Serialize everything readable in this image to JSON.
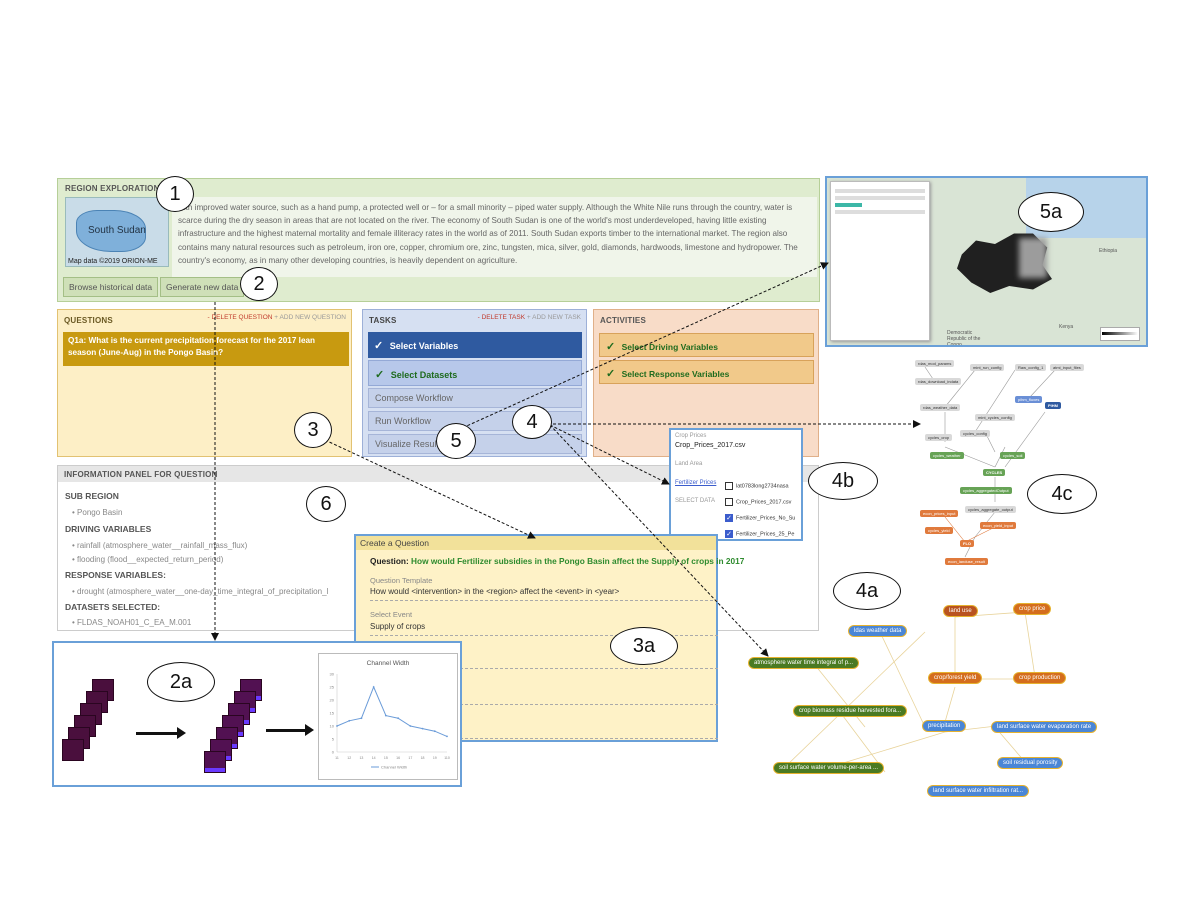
{
  "region": {
    "header": "REGION EXPLORATION",
    "map_label": "South Sudan",
    "map_credit": "Map data ©2019 ORION-ME",
    "description": "with improved water source, such as a hand pump, a protected well or – for a small minority – piped water supply. Although the White Nile runs through the country, water is scarce during the dry season in areas that are not located on the river. The economy of South Sudan is one of the world's most underdeveloped, having little existing infrastructure and the highest maternal mortality and female illiteracy rates in the world as of 2011. South Sudan exports timber to the international market. The region also contains many natural resources such as petroleum, iron ore, copper, chromium ore, zinc, tungsten, mica, silver, gold, diamonds, hardwoods, limestone and hydropower. The country's economy, as in many other developing countries, is heavily dependent on agriculture.",
    "btn_browse": "Browse historical data",
    "btn_generate": "Generate new data"
  },
  "questions": {
    "header": "QUESTIONS",
    "delete": "- DELETE QUESTION",
    "add": "+ ADD NEW QUESTION",
    "q1": "Q1a: What is the current precipitation forecast for the 2017 lean season (June-Aug) in the Pongo Basin?"
  },
  "tasks": {
    "header": "TASKS",
    "delete": "- DELETE TASK",
    "add": "+ ADD NEW TASK",
    "items": [
      {
        "label": "Select Variables",
        "check": "✓"
      },
      {
        "label": "Select Datasets",
        "check": "✓"
      },
      {
        "label": "Compose Workflow"
      },
      {
        "label": "Run Workflow"
      },
      {
        "label": "Visualize Results"
      }
    ]
  },
  "activities": {
    "header": "ACTIVITIES",
    "items": [
      {
        "label": "Select Driving Variables",
        "check": "✓"
      },
      {
        "label": "Select Response Variables",
        "check": "✓"
      }
    ]
  },
  "info": {
    "header": "INFORMATION PANEL FOR QUESTION",
    "sub_region": "SUB REGION",
    "sub_region_val": "Pongo Basin",
    "driving": "DRIVING VARIABLES",
    "driving_vals": [
      "rainfall (atmosphere_water__rainfall_mass_flux)",
      "flooding (flood__expected_return_period)"
    ],
    "response": "RESPONSE VARIABLES:",
    "response_vals": [
      "drought (atmosphere_water__one-day_time_integral_of_precipitation_l"
    ],
    "datasets": "DATASETS SELECTED:",
    "dataset_vals": [
      "FLDAS_NOAH01_C_EA_M.001"
    ]
  },
  "map5a": {
    "labels": [
      "Ethiopia",
      "Democratic Republic of the Congo",
      "Kenya"
    ]
  },
  "panel4b": {
    "crop_prices_label": "Crop Prices",
    "crop_prices_val": "Crop_Prices_2017.csv",
    "land_area_label": "Land Area",
    "fertilizer_label": "Fertilizer Prices",
    "select_data": "SELECT DATA",
    "rows": [
      {
        "label": "lat0783long2734nasa",
        "checked": false
      },
      {
        "label": "Crop_Prices_2017.csv",
        "checked": false
      },
      {
        "label": "Fertilizer_Prices_No_Su",
        "checked": true
      },
      {
        "label": "Fertilizer_Prices_25_Pe",
        "checked": true
      }
    ]
  },
  "create_question": {
    "title": "Create a Question",
    "question_label": "Question:",
    "question_text": "How would Fertilizer subsidies in the Pongo Basin affect the Supply of crops in 2017",
    "template_label": "Question Template",
    "template_val": "How would <intervention> in the <region> affect the <event> in <year>",
    "event_label": "Select Event",
    "event_val": "Supply of crops"
  },
  "chart_data": {
    "type": "line",
    "title": "Channel Width",
    "x": [
      "11",
      "12",
      "13",
      "14",
      "15",
      "16",
      "17",
      "18",
      "19",
      "110"
    ],
    "series": [
      {
        "name": "Channel Width",
        "values": [
          10,
          12,
          13,
          25,
          14,
          13,
          10,
          9,
          8,
          6
        ]
      }
    ],
    "ylim": [
      0,
      30
    ],
    "yticks": [
      "0",
      "5",
      "10",
      "15",
      "20",
      "25",
      "30"
    ],
    "color": "#6a9bd8"
  },
  "graph4c": {
    "nodes": [
      "rdas_mod_params",
      "rdas_download_indata",
      "mint_run_config",
      "Raw_config_1",
      "atmi_input_files",
      "rdas_weather_data",
      "mint_cycles_config",
      "cycles_config",
      "cycles_crop",
      "cycles_weather",
      "cycles_soil",
      "CYCLES",
      "cycles_aggregatedOutput",
      "cycles_aggregate_output",
      "cycles_yield",
      "econ_prices_input",
      "econ_yield_input",
      "PIHM",
      "pihm_fluxes",
      "econ_landuse_result",
      "FLO"
    ]
  },
  "graph4a": {
    "nodes": [
      {
        "label": "ldas weather data",
        "color": "blue"
      },
      {
        "label": "land use",
        "color": "brown"
      },
      {
        "label": "crop price",
        "color": "orange"
      },
      {
        "label": "atmosphere water time integral of p...",
        "color": "green"
      },
      {
        "label": "crop/forest yield",
        "color": "orange"
      },
      {
        "label": "crop production",
        "color": "orange"
      },
      {
        "label": "crop biomass residue harvested fora...",
        "color": "green"
      },
      {
        "label": "precipitation",
        "color": "blue"
      },
      {
        "label": "land surface water evaporation rate",
        "color": "blue"
      },
      {
        "label": "soil surface water volume-per-area ...",
        "color": "green"
      },
      {
        "label": "soil residual porosity",
        "color": "blue"
      },
      {
        "label": "land surface water infiltration rat...",
        "color": "blue"
      }
    ]
  },
  "callouts": {
    "c1": "1",
    "c2": "2",
    "c2a": "2a",
    "c3": "3",
    "c3a": "3a",
    "c4": "4",
    "c4a": "4a",
    "c4b": "4b",
    "c4c": "4c",
    "c5": "5",
    "c5a": "5a",
    "c6": "6"
  }
}
